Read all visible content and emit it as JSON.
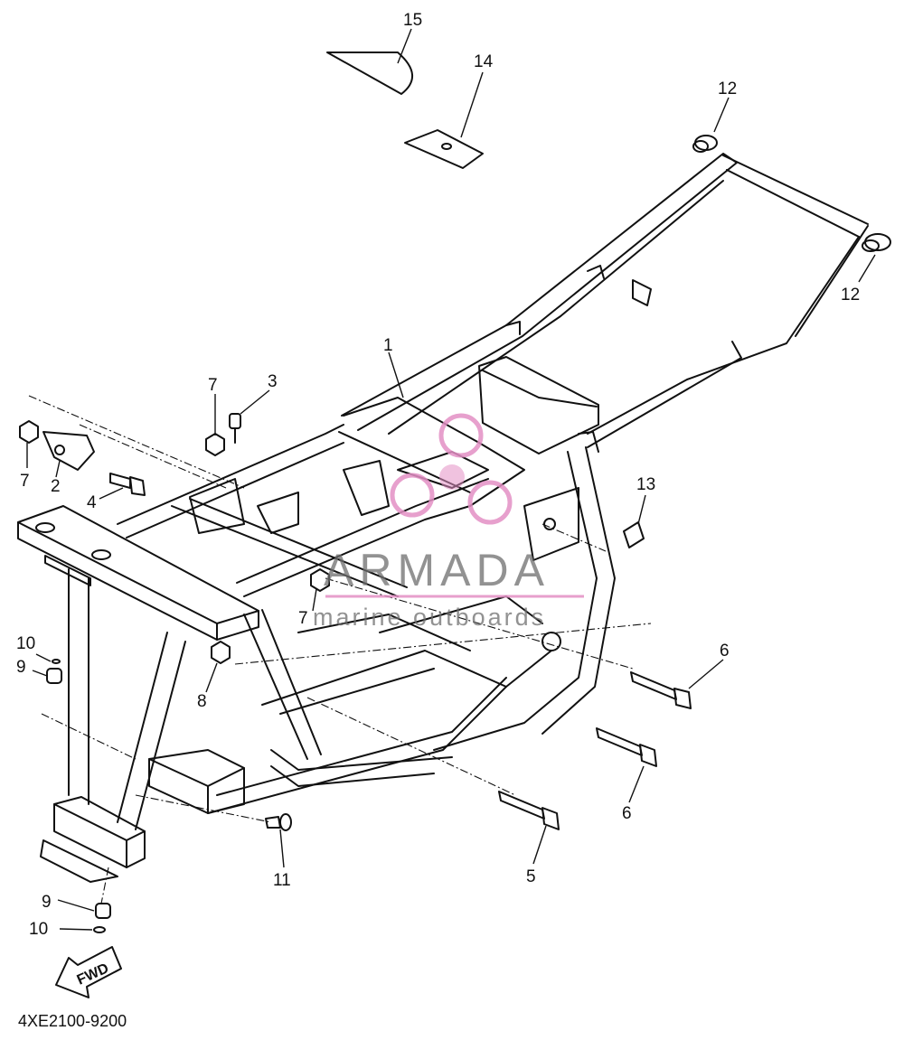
{
  "diagram": {
    "part_code": "4XE2100-9200",
    "fwd_marker": "FWD",
    "callouts": [
      "15",
      "14",
      "12",
      "12",
      "1",
      "3",
      "7",
      "7",
      "2",
      "4",
      "13",
      "7",
      "6",
      "6",
      "5",
      "11",
      "10",
      "9",
      "8",
      "9",
      "10"
    ],
    "watermark": {
      "brand": "ARMADA",
      "tagline": "marine outboards",
      "accent_color": "#e38fc4"
    },
    "colors": {
      "line": "#111111",
      "background": "#ffffff"
    }
  }
}
